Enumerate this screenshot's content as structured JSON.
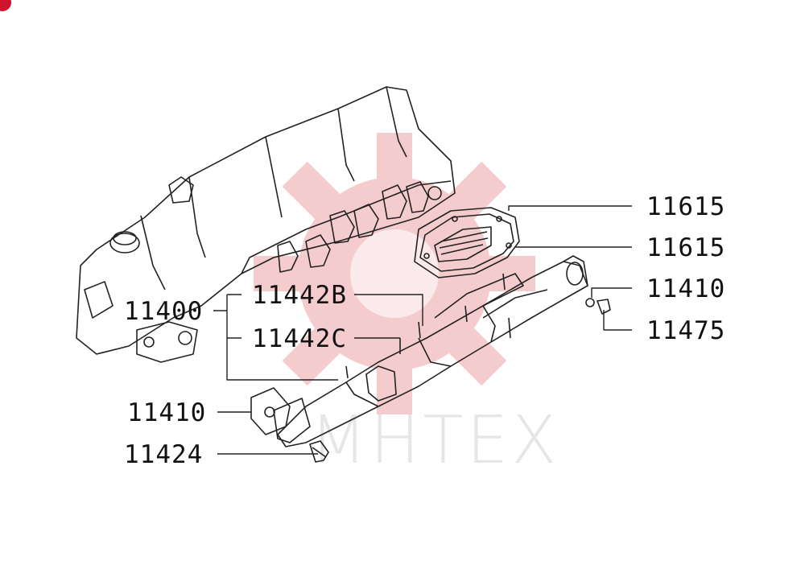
{
  "watermark": {
    "text": "MHTEX",
    "gear_color": "#f4c4c6",
    "text_color": "#e6e6e6"
  },
  "corner_mark_color": "#d0142c",
  "line_color": "#222222",
  "labels": {
    "l11615_top": "11615",
    "l11615_bottom": "11615",
    "l11410_right": "11410",
    "l11475": "11475",
    "l11400": "11400",
    "l11442B": "11442B",
    "l11442C": "11442C",
    "l11410_left": "11410",
    "l11424": "11424"
  }
}
